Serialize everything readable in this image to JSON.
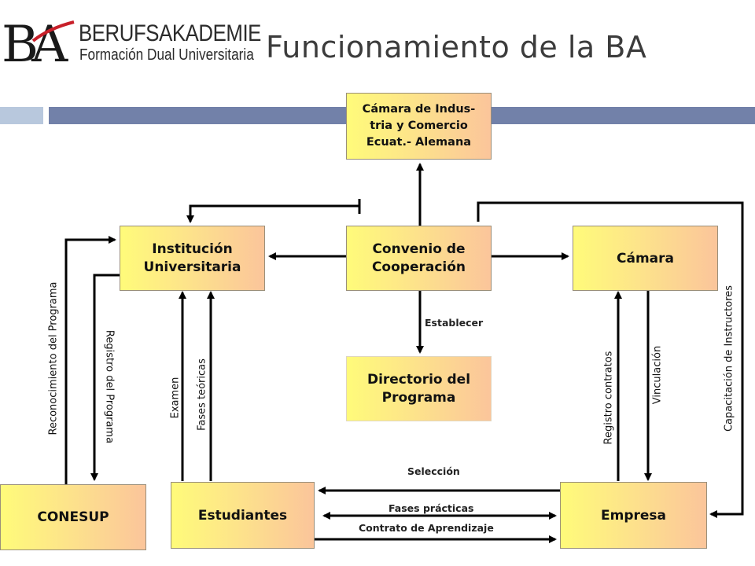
{
  "header": {
    "logo_line1": "BERUFSAKADEMIE",
    "logo_line2": "Formación Dual Universitaria",
    "logo_mark": "BA",
    "title": "Funcionamiento de la BA"
  },
  "nodes": {
    "camara_ahk": "Cámara de Indus-\ntria y Comercio\nEcuat.- Alemana",
    "institucion": "Institución\nUniversitaria",
    "convenio": "Convenio de\nCooperación",
    "camara": "Cámara",
    "directorio": "Directorio del\nPrograma",
    "conesup": "CONESUP",
    "estudiantes": "Estudiantes",
    "empresa": "Empresa"
  },
  "edge_labels": {
    "establecer": "Establecer",
    "reconocimiento": "Reconocimiento del Programa",
    "registro_programa": "Registro del Programa",
    "examen": "Examen",
    "fases_teoricas": "Fases teóricas",
    "registro_contratos": "Registro contratos",
    "vinculacion": "Vinculación",
    "capacitacion": "Capacitación de Instructores",
    "seleccion": "Selección",
    "fases_practicas": "Fases prácticas",
    "contrato": "Contrato de Aprendizaje"
  },
  "colors": {
    "accent_bar": "#7281a9",
    "accent_bar_light": "#b8c8dd",
    "logo_red": "#c8202a",
    "box_fill_left": "#fffb7a",
    "box_fill_right": "#fbc59b"
  }
}
